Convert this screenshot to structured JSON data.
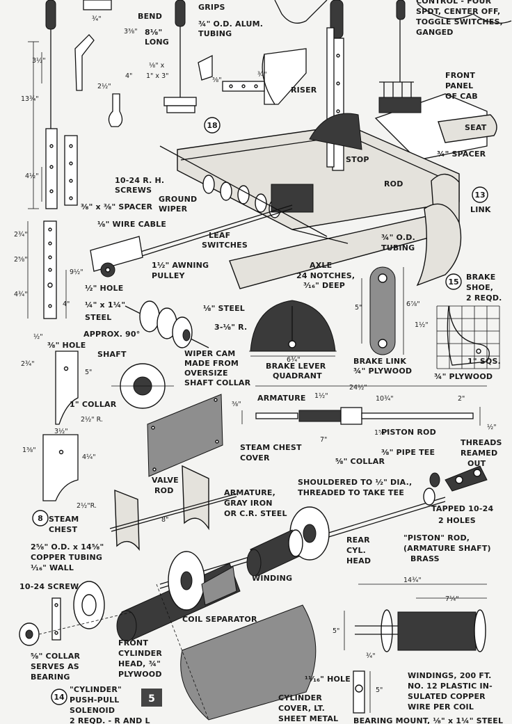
{
  "labels": {
    "grips": "GRIPS",
    "control_1": "CONTROL - FOUR",
    "control_2": "SPDT, CENTER OFF,",
    "control_3": "TOGGLE SWITCHES,",
    "control_4": "GANGED",
    "bend": "BEND",
    "long_1": "8⅛\"",
    "long_2": "LONG",
    "alum_1": "¾\" O.D. ALUM.",
    "alum_2": "TUBING",
    "riser": "RISER",
    "front_panel_1": "FRONT",
    "front_panel_2": "PANEL",
    "front_panel_3": "OF CAB",
    "seat": "SEAT",
    "spacer_top": "¾\" SPACER",
    "stop": "STOP",
    "rod": "ROD",
    "screws_1": "10-24 R. H.",
    "screws_2": "SCREWS",
    "ground_1": "GROUND",
    "ground_2": "WIPER",
    "spacer_mid": "⅜\" x ⅜\" SPACER",
    "wire_cable": "⅛\" WIRE CABLE",
    "leaf_1": "LEAF",
    "leaf_2": "SWITCHES",
    "link": "LINK",
    "od_tubing_1": "¾\" O.D.",
    "od_tubing_2": "TUBING",
    "awning_1": "1½\" AWNING",
    "awning_2": "PULLEY",
    "axle": "AXLE",
    "notches_1": "24 NOTCHES,",
    "notches_2": "³⁄₁₆\" DEEP",
    "hole_half": "½\" HOLE",
    "steel_bar": "¼\" x 1¼\"",
    "steel": "STEEL",
    "steel_small": "⅛\" STEEL",
    "approx": "APPROX.",
    "ninety": "90°",
    "radius_brake": "3-⅛\" R.",
    "brake_shoe_1": "BRAKE",
    "brake_shoe_2": "SHOE,",
    "brake_shoe_3": "2 REQD.",
    "hole_small": "⅜\" HOLE",
    "shaft": "SHAFT",
    "wiper_cam_1": "WIPER CAM",
    "wiper_cam_2": "MADE FROM",
    "wiper_cam_3": "OVERSIZE",
    "wiper_cam_4": "SHAFT COLLAR",
    "brake_lever_1": "BRAKE LEVER",
    "brake_lever_2": "QUADRANT",
    "brake_link_1": "BRAKE LINK",
    "brake_link_2": "¾\" PLYWOOD",
    "sqs": "1\" SQS.",
    "plywood_shoe": "¾\" PLYWOOD",
    "collar_1in": "1\" COLLAR",
    "armature_top": "ARMATURE",
    "piston_rod": "PISTON ROD",
    "steam_chest_cover_1": "STEAM CHEST",
    "steam_chest_cover_2": "COVER",
    "threads_1": "THREADS",
    "threads_2": "REAMED",
    "threads_3": "OUT",
    "collar_58": "⅝\" COLLAR",
    "pipe_tee": "⅜\" PIPE TEE",
    "valve_rod_1": "VALVE",
    "valve_rod_2": "ROD",
    "shouldered_1": "SHOULDERED TO ½\" DIA.,",
    "shouldered_2": "THREADED TO TAKE TEE",
    "armature_gray_1": "ARMATURE,",
    "armature_gray_2": "GRAY IRON",
    "armature_gray_3": "OR C.R. STEEL",
    "tapped_1": "TAPPED 10-24",
    "tapped_2": "2 HOLES",
    "steam_chest_1": "STEAM",
    "steam_chest_2": "CHEST",
    "rear_cyl_1": "REAR",
    "rear_cyl_2": "CYL.",
    "rear_cyl_3": "HEAD",
    "piston_brass_1": "\"PISTON\" ROD,",
    "piston_brass_2": "(ARMATURE SHAFT)",
    "piston_brass_3": "BRASS",
    "copper_1": "2⅝\" O.D. x 14⅝\"",
    "copper_2": "COPPER TUBING",
    "copper_3": "¹⁄₁₆\" WALL",
    "winding": "WINDING",
    "screw_1024": "10-24 SCREW",
    "coil_sep": "COIL SEPARATOR",
    "front_cyl_1": "FRONT",
    "front_cyl_2": "CYLINDER",
    "front_cyl_3": "HEAD, ¾\"",
    "front_cyl_4": "PLYWOOD",
    "collar_bearing_1": "⅝\" COLLAR",
    "collar_bearing_2": "SERVES AS",
    "collar_bearing_3": "BEARING",
    "solenoid_1": "\"CYLINDER\"",
    "solenoid_2": "PUSH-PULL",
    "solenoid_3": "SOLENOID",
    "solenoid_4": "2 REQD. - R AND L",
    "hole_bearing": "¹¹⁄₁₆\" HOLE",
    "cyl_cover_1": "CYLINDER",
    "cyl_cover_2": "COVER, LT.",
    "cyl_cover_3": "SHEET METAL",
    "windings_1": "WINDINGS, 200 FT.",
    "windings_2": "NO. 12 PLASTIC IN-",
    "windings_3": "SULATED COPPER",
    "windings_4": "WIRE PER COIL",
    "bearing_mount": "BEARING MOUNT, ⅛\" x 1¼\" STEEL"
  },
  "dims": {
    "d_3q": "¾\"",
    "d_338": "3⅜\"",
    "d_312": "3½\"",
    "d_1334": "13¾\"",
    "d_4": "4\"",
    "d_212": "2½\"",
    "d_18x1": "⅛\" x",
    "d_1x3": "1\" x 3\"",
    "d_38": "⅜\"",
    "d_34b": "¾\"",
    "d_412": "4½\"",
    "d_234": "2¾\"",
    "d_258": "2⅝\"",
    "d_912": "9½\"",
    "d_434": "4¾\"",
    "d_4b": "4\"",
    "d_12": "½\"",
    "d_2a": "2¾\"",
    "d_5": "5\"",
    "d_212r": "2½\" R.",
    "d_312b": "3½\"",
    "d_138": "1⅜\"",
    "d_414": "4¼\"",
    "d_212r2": "2½\"R.",
    "d_8": "8\"",
    "d_634": "6¾\"",
    "d_678": "6⅞\"",
    "d_5b": "5\"",
    "d_112": "1½\"",
    "d_2412": "24½\"",
    "d_112b": "1½\"",
    "d_1034": "10¾\"",
    "d_2": "2\"",
    "d_38b": "⅜\"",
    "d_7": "7\"",
    "d_158": "1⅝\"",
    "d_12b": "½\"",
    "d_1434": "14¾\"",
    "d_714": "7¼\"",
    "d_5c": "5\"",
    "d_34c": "¾\"",
    "d_5d": "5\""
  },
  "badges": {
    "b18": "18",
    "b13": "13",
    "b15": "15",
    "b8": "8",
    "b14": "14",
    "page": "5"
  }
}
